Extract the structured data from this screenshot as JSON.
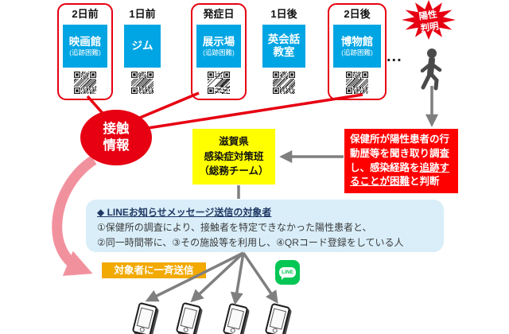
{
  "colors": {
    "accent_red": "#e60012",
    "box_red": "#ff0000",
    "cyan": "#00a5e3",
    "yellow": "#ffff00",
    "light_blue": "#d9eef9",
    "orange": "#f2a900",
    "line_green": "#06c755",
    "arrow_gray": "#7f7f7f",
    "pink_arrow": "#f2919e"
  },
  "icons": {
    "qr": "qr-code-icon",
    "person": "walking-person-icon",
    "line": "line-app-icon",
    "burst": "positive-starburst",
    "phone": "smartphone-icon"
  },
  "timeline": {
    "columns": [
      {
        "day": "2日前",
        "place": "映画館",
        "note": "(追跡困難)",
        "highlighted": true
      },
      {
        "day": "1日前",
        "place": "ジム",
        "note": "",
        "highlighted": false
      },
      {
        "day": "発症日",
        "place": "展示場",
        "note": "(追跡困難)",
        "highlighted": true
      },
      {
        "day": "1日後",
        "place": "英会話教室",
        "note": "",
        "highlighted": false
      },
      {
        "day": "2日後",
        "place": "博物館",
        "note": "(追跡困難)",
        "highlighted": true
      }
    ],
    "ellipsis": "..."
  },
  "burst": {
    "line1": "陽性",
    "line2": "判明"
  },
  "contact": {
    "label": "接触情報"
  },
  "team_box": {
    "line1": "滋賀県",
    "line2": "感染症対策班",
    "line3": "（総務チーム）"
  },
  "assessment_box": {
    "text_before": "保健所が陽性患者の行動歴等を聞き取り調査し、感染経路を",
    "text_underlined": "追跡することが困難",
    "text_after": "と判断"
  },
  "line_notice": {
    "heading": "◆ LINEお知らせメッセージ送信の対象者",
    "item1": "①保健所の調査により、接触者を特定できなかった陽性患者と、",
    "item2": "②同一時間帯に、③その施設等を利用し、④QRコード登録をしている人"
  },
  "broadcast_box": {
    "label": "対象者に一斉送信"
  },
  "line_icon": {
    "label": "LINE"
  }
}
